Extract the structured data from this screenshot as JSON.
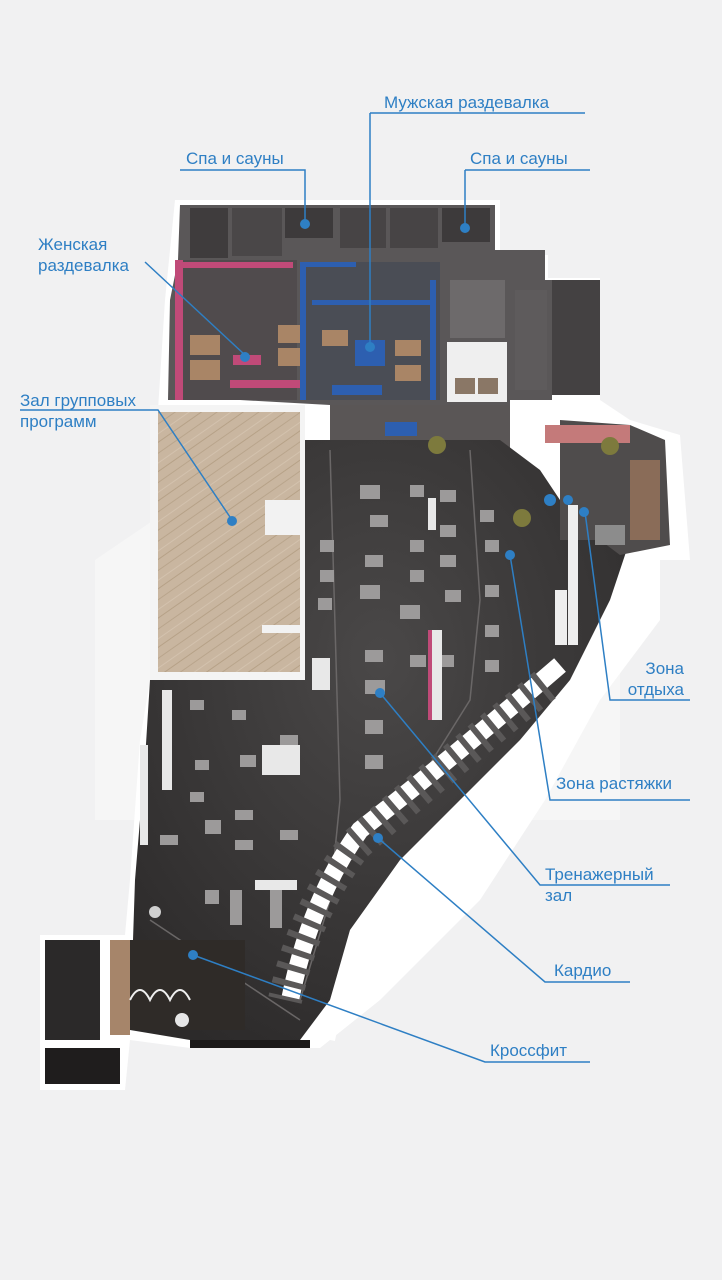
{
  "map": {
    "accent_color": "#2e7fc4",
    "floor_color": "#3c3a3a",
    "wood_color": "#c7b49c",
    "men_zone_color": "#2d5fb0",
    "women_zone_color": "#c04a78",
    "labels": {
      "spa_left": "Спа и сауны",
      "men_locker": "Мужская раздевалка",
      "spa_right": "Спа и сауны",
      "women_locker_line1": "Женская",
      "women_locker_line2": "раздевалка",
      "group_hall_line1": "Зал групповых",
      "group_hall_line2": "программ",
      "rest_zone_line1": "Зона",
      "rest_zone_line2": "отдыха",
      "stretch_zone": "Зона растяжки",
      "gym_line1": "Тренажерный",
      "gym_line2": "зал",
      "cardio": "Кардио",
      "crossfit": "Кроссфит"
    }
  }
}
